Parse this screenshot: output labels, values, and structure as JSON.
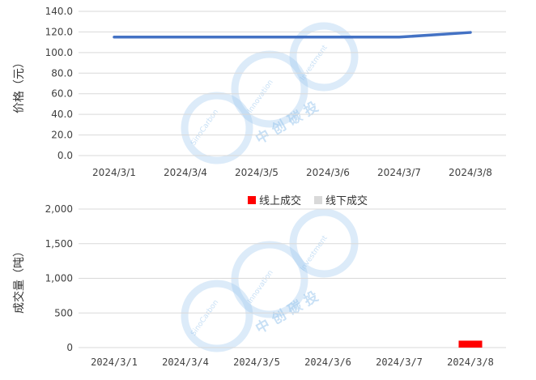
{
  "watermark": {
    "brand_en_left": "SinoCarbon",
    "brand_en_mid": "Innovation",
    "brand_en_right": "Investment",
    "brand_cn": "中 创 碳 投",
    "color": "#9cc7ee"
  },
  "chart_data": [
    {
      "type": "line",
      "title": "",
      "xlabel": "",
      "ylabel": "价格（元）",
      "categories": [
        "2024/3/1",
        "2024/3/4",
        "2024/3/5",
        "2024/3/6",
        "2024/3/7",
        "2024/3/8"
      ],
      "series": [
        {
          "name": "",
          "values": [
            115,
            115,
            115,
            115,
            115,
            119.5
          ],
          "color": "#4472c4"
        }
      ],
      "ylim": [
        0,
        140
      ],
      "yticks": [
        "0.0",
        "20.0",
        "40.0",
        "60.0",
        "80.0",
        "100.0",
        "120.0",
        "140.0"
      ],
      "grid": true,
      "legend": "none"
    },
    {
      "type": "bar",
      "title": "",
      "xlabel": "",
      "ylabel": "成交量（吨）",
      "categories": [
        "2024/3/1",
        "2024/3/4",
        "2024/3/5",
        "2024/3/6",
        "2024/3/7",
        "2024/3/8"
      ],
      "series": [
        {
          "name": "线上成交",
          "values": [
            0,
            0,
            0,
            0,
            0,
            100
          ],
          "color": "#ff0000"
        },
        {
          "name": "线下成交",
          "values": [
            0,
            0,
            0,
            0,
            0,
            0
          ],
          "color": "#d9d9d9"
        }
      ],
      "stacked": true,
      "ylim": [
        0,
        2000
      ],
      "yticks": [
        "0",
        "500",
        "1,000",
        "1,500",
        "2,000"
      ],
      "grid": true,
      "legend": "top-center"
    }
  ]
}
